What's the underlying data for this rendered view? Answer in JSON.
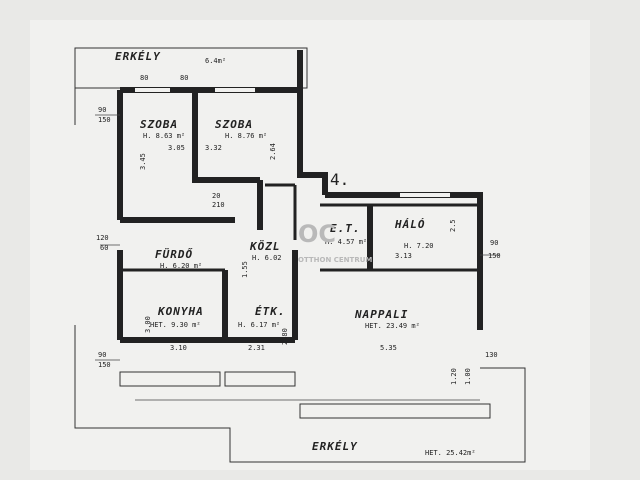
{
  "plan": {
    "sheet_number": "4.",
    "balcony_top": {
      "label": "ERKÉLY",
      "area": "6.4m²"
    },
    "balcony_bottom": {
      "label": "ERKÉLY",
      "area": "HET. 25.42m²"
    },
    "rooms": [
      {
        "id": "szoba-1",
        "label": "SZOBA",
        "area": "H. 8.63 m²"
      },
      {
        "id": "szoba-2",
        "label": "SZOBA",
        "area": "H. 8.76 m²"
      },
      {
        "id": "halo",
        "label": "HÁLÓ",
        "area": "H. 7.20"
      },
      {
        "id": "et",
        "label": "E.T.",
        "area": "H. 4.57 m²"
      },
      {
        "id": "kozl",
        "label": "KÖZL",
        "area": "H. 6.02"
      },
      {
        "id": "furdo",
        "label": "FÜRDŐ",
        "area": "H. 6.20 m²"
      },
      {
        "id": "konyha",
        "label": "KONYHA",
        "area": "HET. 9.30 m²"
      },
      {
        "id": "etk",
        "label": "ÉTK.",
        "area": "H. 6.17 m²"
      },
      {
        "id": "nappali",
        "label": "NAPPALI",
        "area": "HET. 23.49 m²"
      }
    ],
    "dimensions": {
      "szoba1_w": "3.05",
      "szoba1_h": "3.45",
      "szoba2_w": "3.32",
      "szoba2_h": "2.64",
      "halo_w": "3.13",
      "halo_h": "2.5",
      "konyha_h": "3.00",
      "konyha_w": "3.10",
      "etk_w": "2.31",
      "etk_h": "2.80",
      "nappali_w": "5.35",
      "kozl_h": "1.55",
      "d20": "20",
      "d210": "210",
      "d80": "80",
      "d90": "90",
      "d120": "120",
      "d60": "60",
      "d150": "150",
      "d120b": "1.20",
      "d130": "130",
      "d100": "1.00"
    },
    "watermark": {
      "initials": "OC",
      "text": "OTTHON CENTRUM"
    },
    "colors": {
      "ink": "#222222",
      "paper": "#e9e9e7"
    }
  }
}
